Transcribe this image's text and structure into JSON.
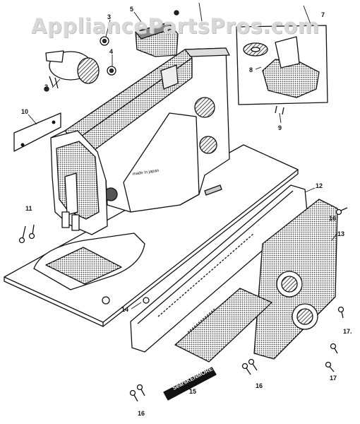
{
  "watermark": "AppliancePartsPros.com",
  "callouts": {
    "c2": "2",
    "c3": "3",
    "c4": "4",
    "c5": "5",
    "c7": "7",
    "c8": "8",
    "c9": "9",
    "c10": "10",
    "c11": "11",
    "c12": "12",
    "c13": "13",
    "c14": "14",
    "c15": "15",
    "c16a": "16",
    "c16b": "16",
    "c16c": "16",
    "c17a": "17.",
    "c17b": "17"
  },
  "labels": {
    "nameplate": "SearsKENMORE",
    "made_in": "made in japan"
  },
  "colors": {
    "ink": "#111111",
    "watermark": "#d8d8d8",
    "paper": "#ffffff"
  }
}
